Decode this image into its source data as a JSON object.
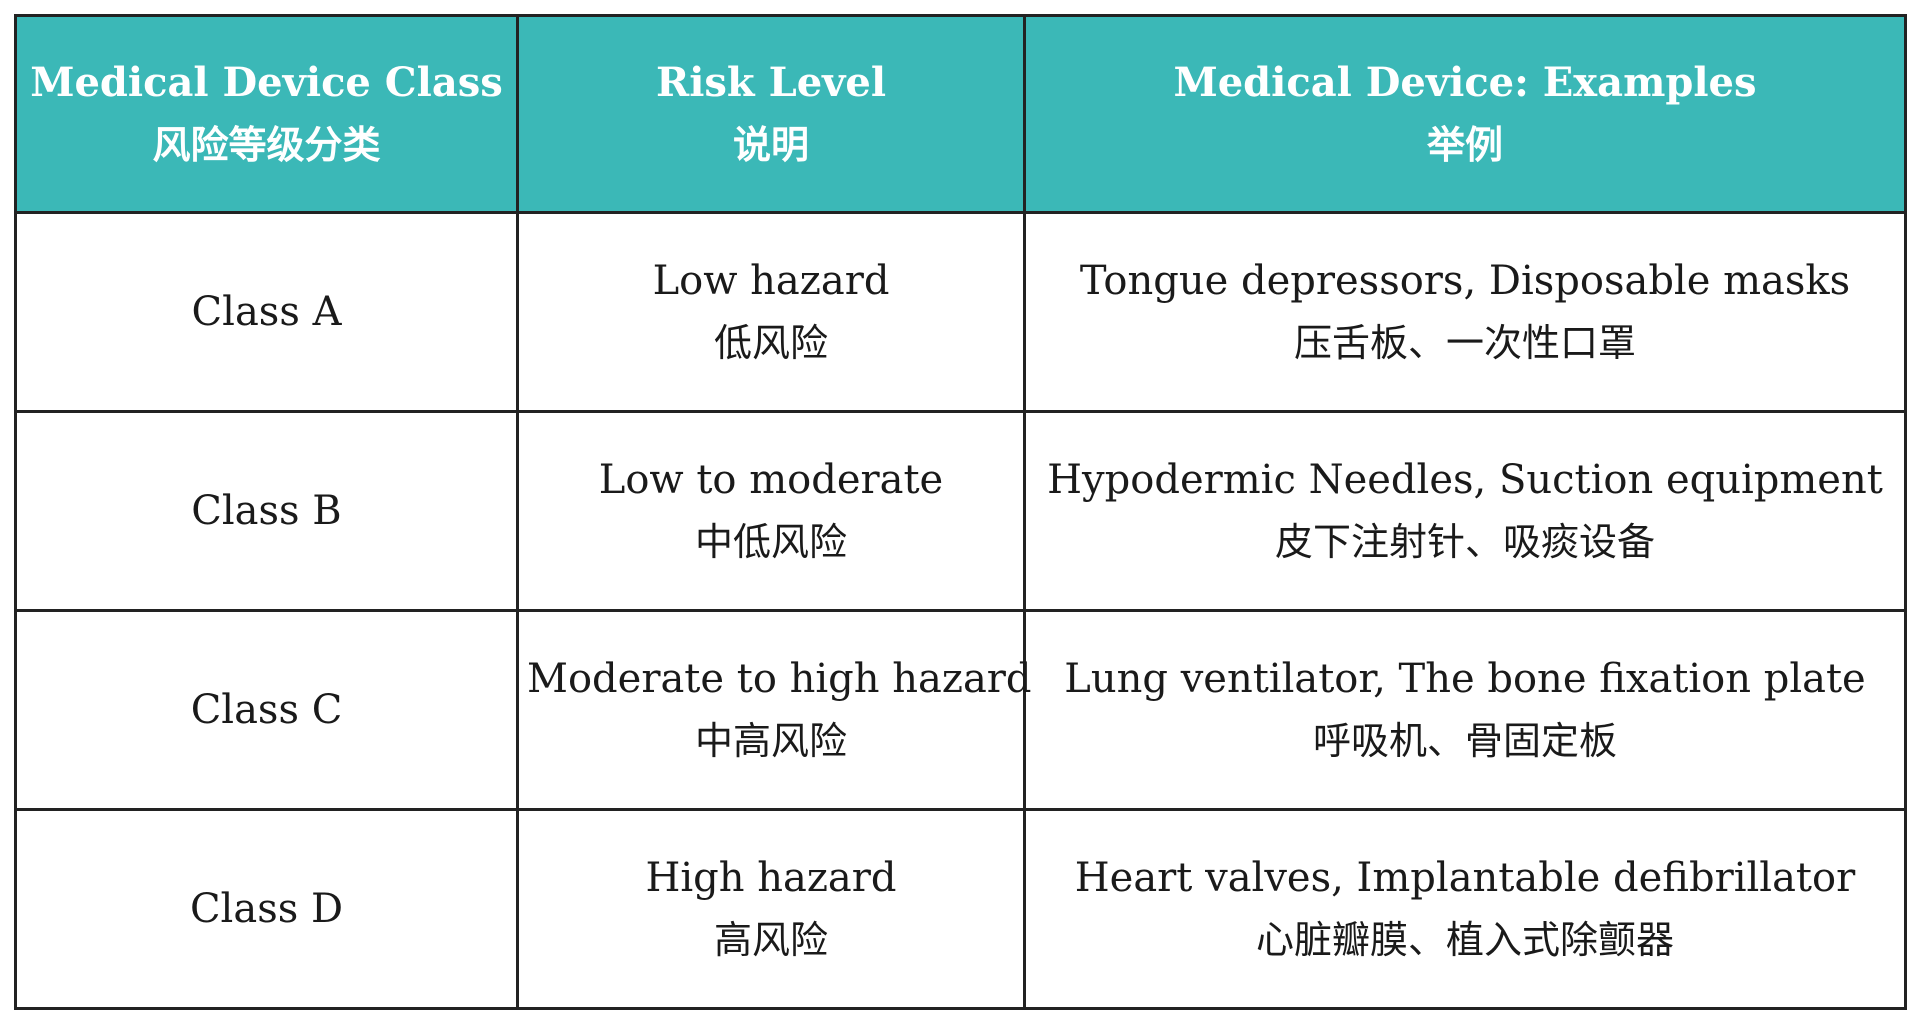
{
  "table": {
    "headers": [
      {
        "en": "Medical Device Class",
        "zh": "风险等级分类"
      },
      {
        "en": "Risk Level",
        "zh": "说明"
      },
      {
        "en": "Medical Device: Examples",
        "zh": "举例"
      }
    ],
    "rows": [
      {
        "class": "Class A",
        "risk_en": "Low hazard",
        "risk_zh": "低风险",
        "examples_en": "Tongue depressors, Disposable masks",
        "examples_zh": "压舌板、一次性口罩"
      },
      {
        "class": "Class B",
        "risk_en": "Low to moderate",
        "risk_zh": "中低风险",
        "examples_en": "Hypodermic Needles, Suction equipment",
        "examples_zh": "皮下注射针、吸痰设备"
      },
      {
        "class": "Class C",
        "risk_en": "Moderate to high hazard",
        "risk_zh": "中高风险",
        "examples_en": "Lung ventilator, The bone fixation plate",
        "examples_zh": "呼吸机、骨固定板"
      },
      {
        "class": "Class D",
        "risk_en": "High hazard",
        "risk_zh": "高风险",
        "examples_en": "Heart valves, Implantable defibrillator",
        "examples_zh": "心脏瓣膜、植入式除颤器"
      }
    ]
  },
  "colors": {
    "header_background": "#3bb8b7",
    "header_text": "#ffffff",
    "border": "#222222"
  }
}
